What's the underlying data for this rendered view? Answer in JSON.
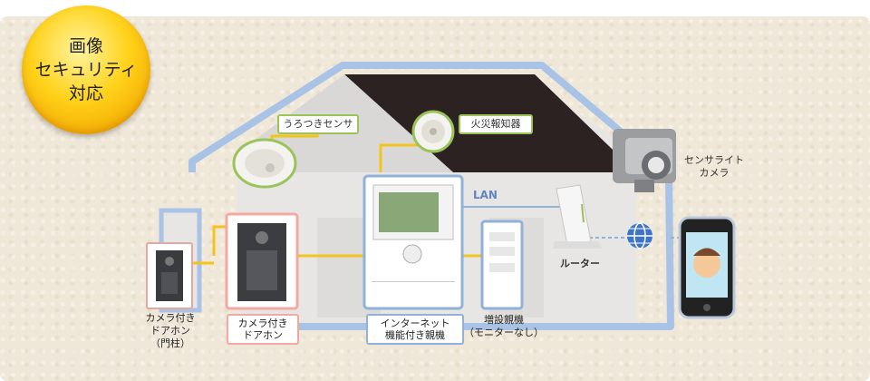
{
  "badge": {
    "lines": [
      "画像",
      "セキュリティ",
      "対応"
    ]
  },
  "labels": {
    "motion_sensor": "うろつきセンサ",
    "fire_alarm": "火災報知器",
    "sensor_light_camera": "センサライト\nカメラ",
    "lan": "LAN",
    "router": "ルーター",
    "gate_door_phone": "カメラ付き\nドアホン\n（門柱）",
    "door_phone": "カメラ付き\nドアホン",
    "master_unit": "インターネット\n機能付き親機",
    "extension_unit": "増設親機\n（モニターなし）"
  },
  "colors": {
    "badge_gold": "#ffd21a",
    "sensor_box_border": "#9ac35a",
    "main_box_border": "#8fb1da",
    "door_box_border": "#f1a9a0",
    "wire_yellow": "#f3c51c",
    "lan_line": "#8fb1da",
    "roof_dark": "#2b2221"
  },
  "icons": [
    "globe-icon",
    "smartphone-icon",
    "router-icon",
    "camera-icon",
    "smoke-detector-icon",
    "motion-sensor-icon"
  ]
}
